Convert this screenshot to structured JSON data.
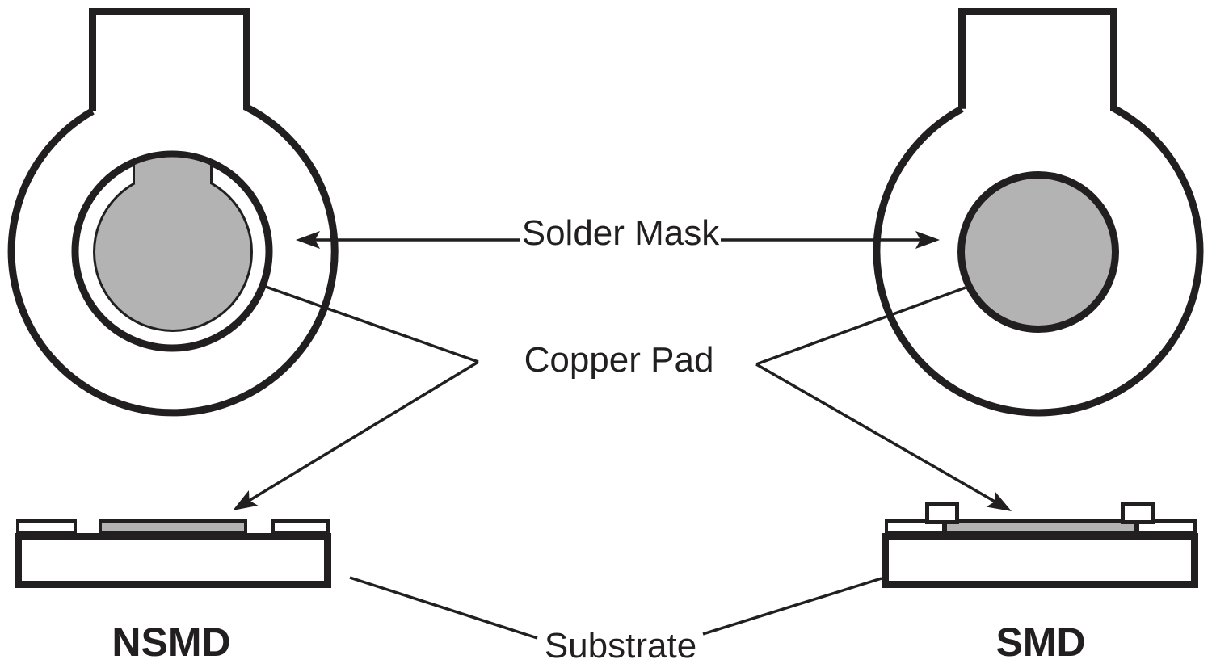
{
  "diagram": {
    "annotations": {
      "solder_mask": "Solder Mask",
      "copper_pad": "Copper Pad",
      "substrate": "Substrate"
    },
    "captions": {
      "left": "NSMD",
      "right": "SMD"
    },
    "colors": {
      "ink": "#221f20",
      "pad_gray": "#b3b3b3",
      "background": "#ffffff"
    }
  }
}
